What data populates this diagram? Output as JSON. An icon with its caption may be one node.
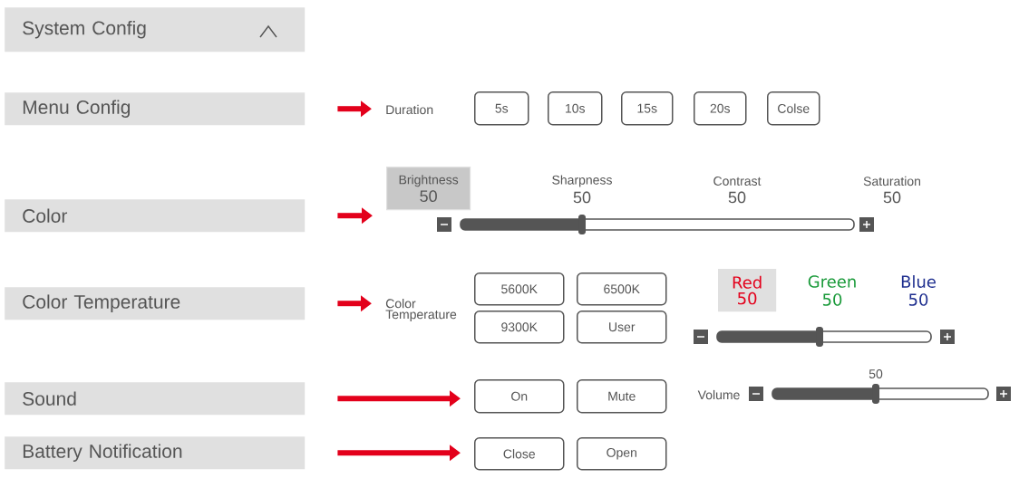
{
  "diagram": {
    "nodes": [
      {
        "text": [
          "System Config"
        ]
      },
      {
        "text": [
          "Menu Config"
        ]
      },
      {
        "text": [
          "Color"
        ]
      },
      {
        "text": [
          "Color Temperature"
        ]
      },
      {
        "text": [
          "Sound"
        ]
      },
      {
        "text": [
          "Battery Notification"
        ]
      },
      {
        "text": [
          "Duration"
        ]
      },
      {
        "text": [
          "5s"
        ]
      },
      {
        "text": [
          "10s"
        ]
      },
      {
        "text": [
          "15s"
        ]
      },
      {
        "text": [
          "20s"
        ]
      },
      {
        "text": [
          "Colse"
        ]
      },
      {
        "text": [
          "Brightness",
          "50"
        ]
      },
      {
        "text": [
          "Color Temperature"
        ]
      },
      {
        "text": [
          "5600K"
        ]
      },
      {
        "text": [
          "6500K"
        ]
      },
      {
        "text": [
          "9300K"
        ]
      },
      {
        "text": [
          "User"
        ]
      },
      {
        "text": [
          "Red",
          "50"
        ]
      },
      {
        "text": [
          "On"
        ]
      },
      {
        "text": [
          "Mute"
        ]
      },
      {
        "text": [
          "Close"
        ]
      },
      {
        "text": [
          "Open"
        ]
      }
    ],
    "edges": [
      {
        "from": 1,
        "to": 6,
        "arrow": "to"
      },
      {
        "from": 2,
        "to": 12,
        "arrow": "to"
      },
      {
        "from": 3,
        "to": 13,
        "arrow": "to"
      },
      {
        "from": 4,
        "to": 19,
        "arrow": "to"
      },
      {
        "from": 5,
        "to": 21,
        "arrow": "to"
      }
    ],
    "labels": [
      "Sharpness",
      "50",
      "Contrast",
      "50",
      "Saturation",
      "50",
      "Green",
      "50",
      "Blue",
      "50",
      "50",
      "Volume"
    ]
  }
}
